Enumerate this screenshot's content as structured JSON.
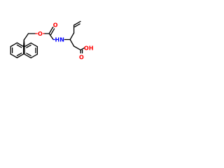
{
  "molecule": {
    "atoms": {
      "o_ester": "O",
      "o_carbonyl": "O",
      "nh": "HN",
      "oh": "OH",
      "o_acid": "O"
    },
    "colors": {
      "carbon": "#000000",
      "oxygen": "#ff0000",
      "nitrogen": "#0000ff",
      "background": "#ffffff"
    }
  }
}
